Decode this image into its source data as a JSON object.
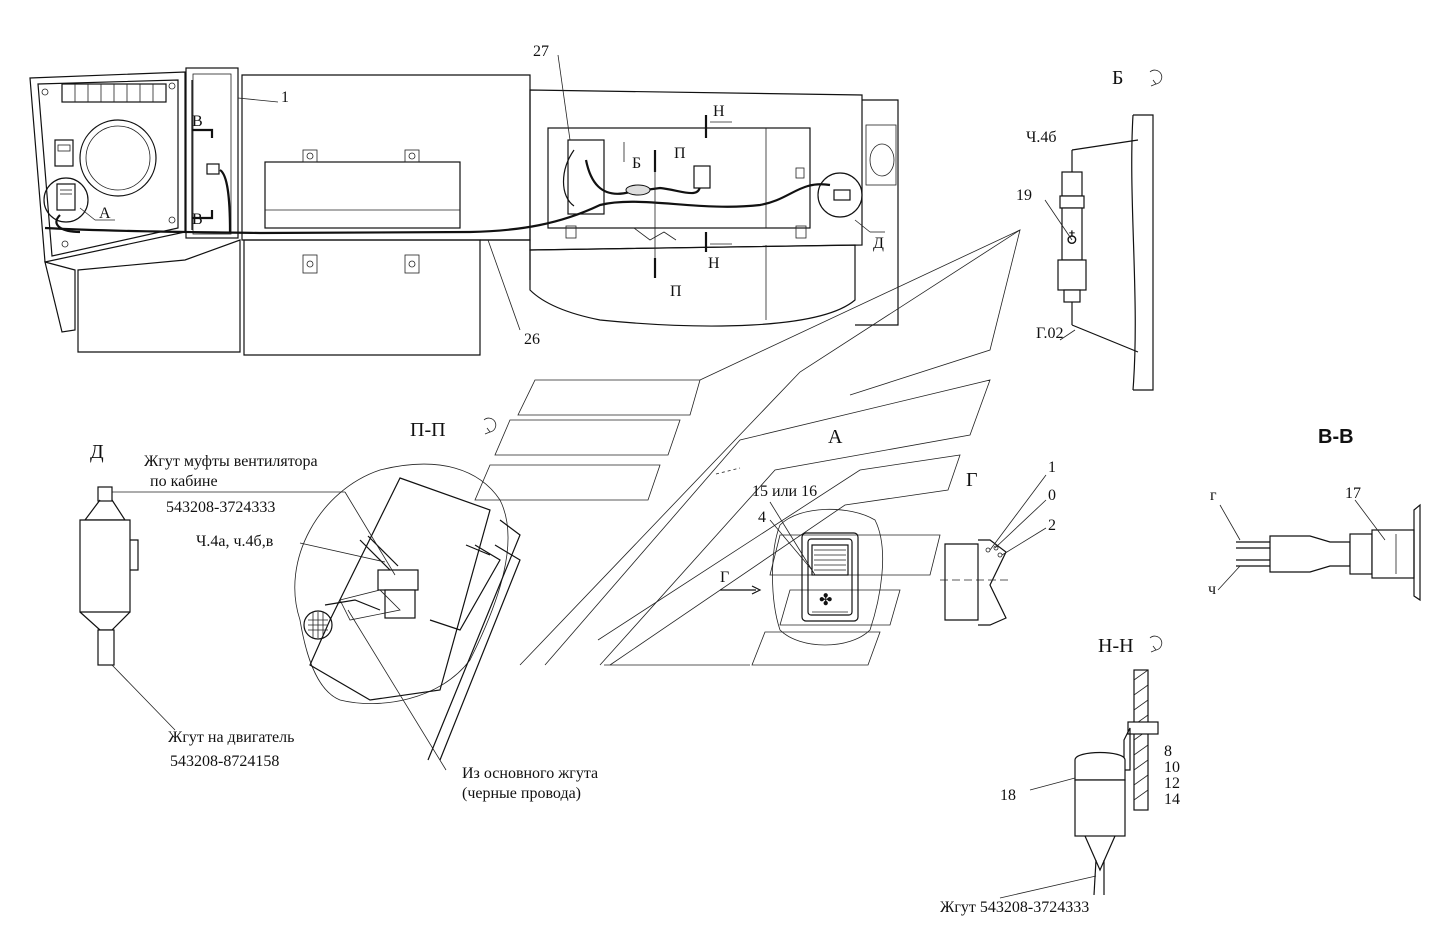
{
  "labels": {
    "pos_1": "1",
    "pos_27": "27",
    "pos_26": "26",
    "sec_v_top": "В",
    "sec_v_bottom": "В",
    "view_a_marker": "А",
    "sec_b_marker": "Б",
    "sec_p_top": "П",
    "sec_p_bottom": "П",
    "sec_n_top": "Н",
    "sec_n_bottom": "Н",
    "view_d_marker": "Д",
    "view_b_title": "Б",
    "b_wire_top": "Ч.4б",
    "b_pos_19": "19",
    "b_wire_bottom": "Г.02",
    "view_pp_title": "П-П",
    "view_a_title": "А",
    "a_pos_15_16": "15 или 16",
    "a_pos_4": "4",
    "a_view_g_arrow": "Г",
    "view_g_title": "Г",
    "g_pos_1": "1",
    "g_pos_0": "0",
    "g_pos_2": "2",
    "view_vv_title": "В-В",
    "vv_wire_g": "г",
    "vv_wire_ch": "ч",
    "vv_pos_17": "17",
    "view_nn_title": "Н-Н",
    "nn_pos_8": "8",
    "nn_pos_10": "10",
    "nn_pos_12": "12",
    "nn_pos_14": "14",
    "nn_pos_18": "18",
    "nn_harness": "Жгут 543208-3724333",
    "view_d_title": "Д",
    "d_harness_fan_1": "Жгут муфты вентилятора",
    "d_harness_fan_2": "по кабине",
    "d_harness_fan_code": "543208-3724333",
    "pp_wires": "Ч.4а, ч.4б,в",
    "d_harness_engine_1": "Жгут на двигатель",
    "d_harness_engine_code": "543208-8724158",
    "pp_main_harness_1": "Из основного жгута",
    "pp_main_harness_2": "(черные провода)"
  }
}
